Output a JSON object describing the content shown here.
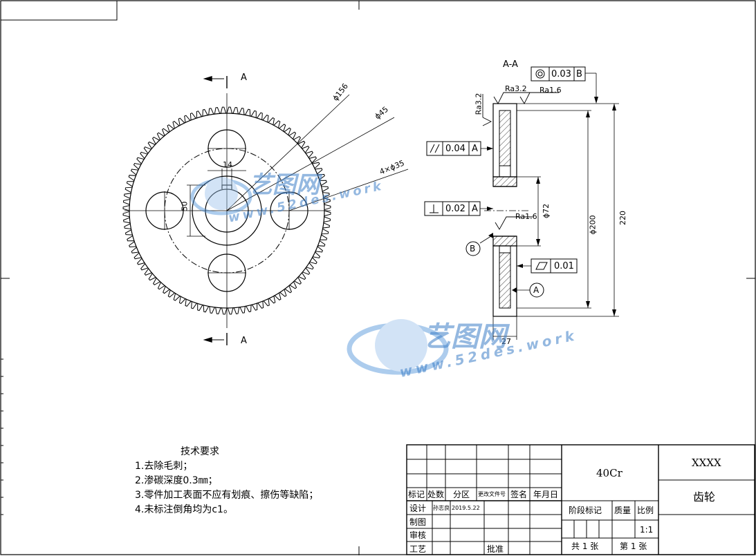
{
  "drawing": {
    "section_label_top": "A",
    "section_label_bottom": "A",
    "section_view_title": "A-A",
    "dims_front": {
      "d156": "ϕ156",
      "d45": "ϕ45",
      "holes": "4×ϕ35",
      "w14": "14",
      "h50": "50"
    },
    "dims_section": {
      "d72": "ϕ72",
      "d200": "ϕ200",
      "d220": "220",
      "w27": "27"
    },
    "roughness": {
      "ra32_top": "Ra3.2",
      "ra16_top": "Ra1.6",
      "ra32_side": "Ra3.2",
      "ra16_mid": "Ra1.6"
    },
    "tolerance_frames": {
      "concentricity": {
        "value": "0.03",
        "datum": "B"
      },
      "parallelism": {
        "value": "0.04",
        "datum": "A"
      },
      "perpendicularity": {
        "value": "0.02",
        "datum": "A"
      },
      "flatness": {
        "value": "0.01"
      }
    },
    "datums": {
      "b": "B",
      "a": "A"
    }
  },
  "technical_requirements": {
    "title": "技术要求",
    "items": [
      "1.去除毛刺；",
      "2.渗碳深度0.3㎜；",
      "3.零件加工表面不应有划痕、擦伤等缺陷；",
      "4.未标注倒角均为c1。"
    ]
  },
  "title_block": {
    "material": "40Cr",
    "drawing_code": "XXXX",
    "part_name": "齿轮",
    "headers": {
      "mark": "标记",
      "count": "处数",
      "zone": "分区",
      "change_doc": "更改文件号",
      "signature": "签名",
      "date": "年月日"
    },
    "rows": {
      "design": "设计",
      "designer": "孙志良",
      "design_date": "2019.5.22",
      "draw": "制图",
      "review": "审核",
      "process": "工艺",
      "approve": "批准"
    },
    "stage": "阶段标记",
    "mass": "质量",
    "scale_label": "比例",
    "scale_value": "1:1",
    "sheets_total": "共 1 张",
    "sheet_no": "第 1 张"
  },
  "watermark": {
    "brand": "艺图网",
    "url": "www.52des.work"
  }
}
